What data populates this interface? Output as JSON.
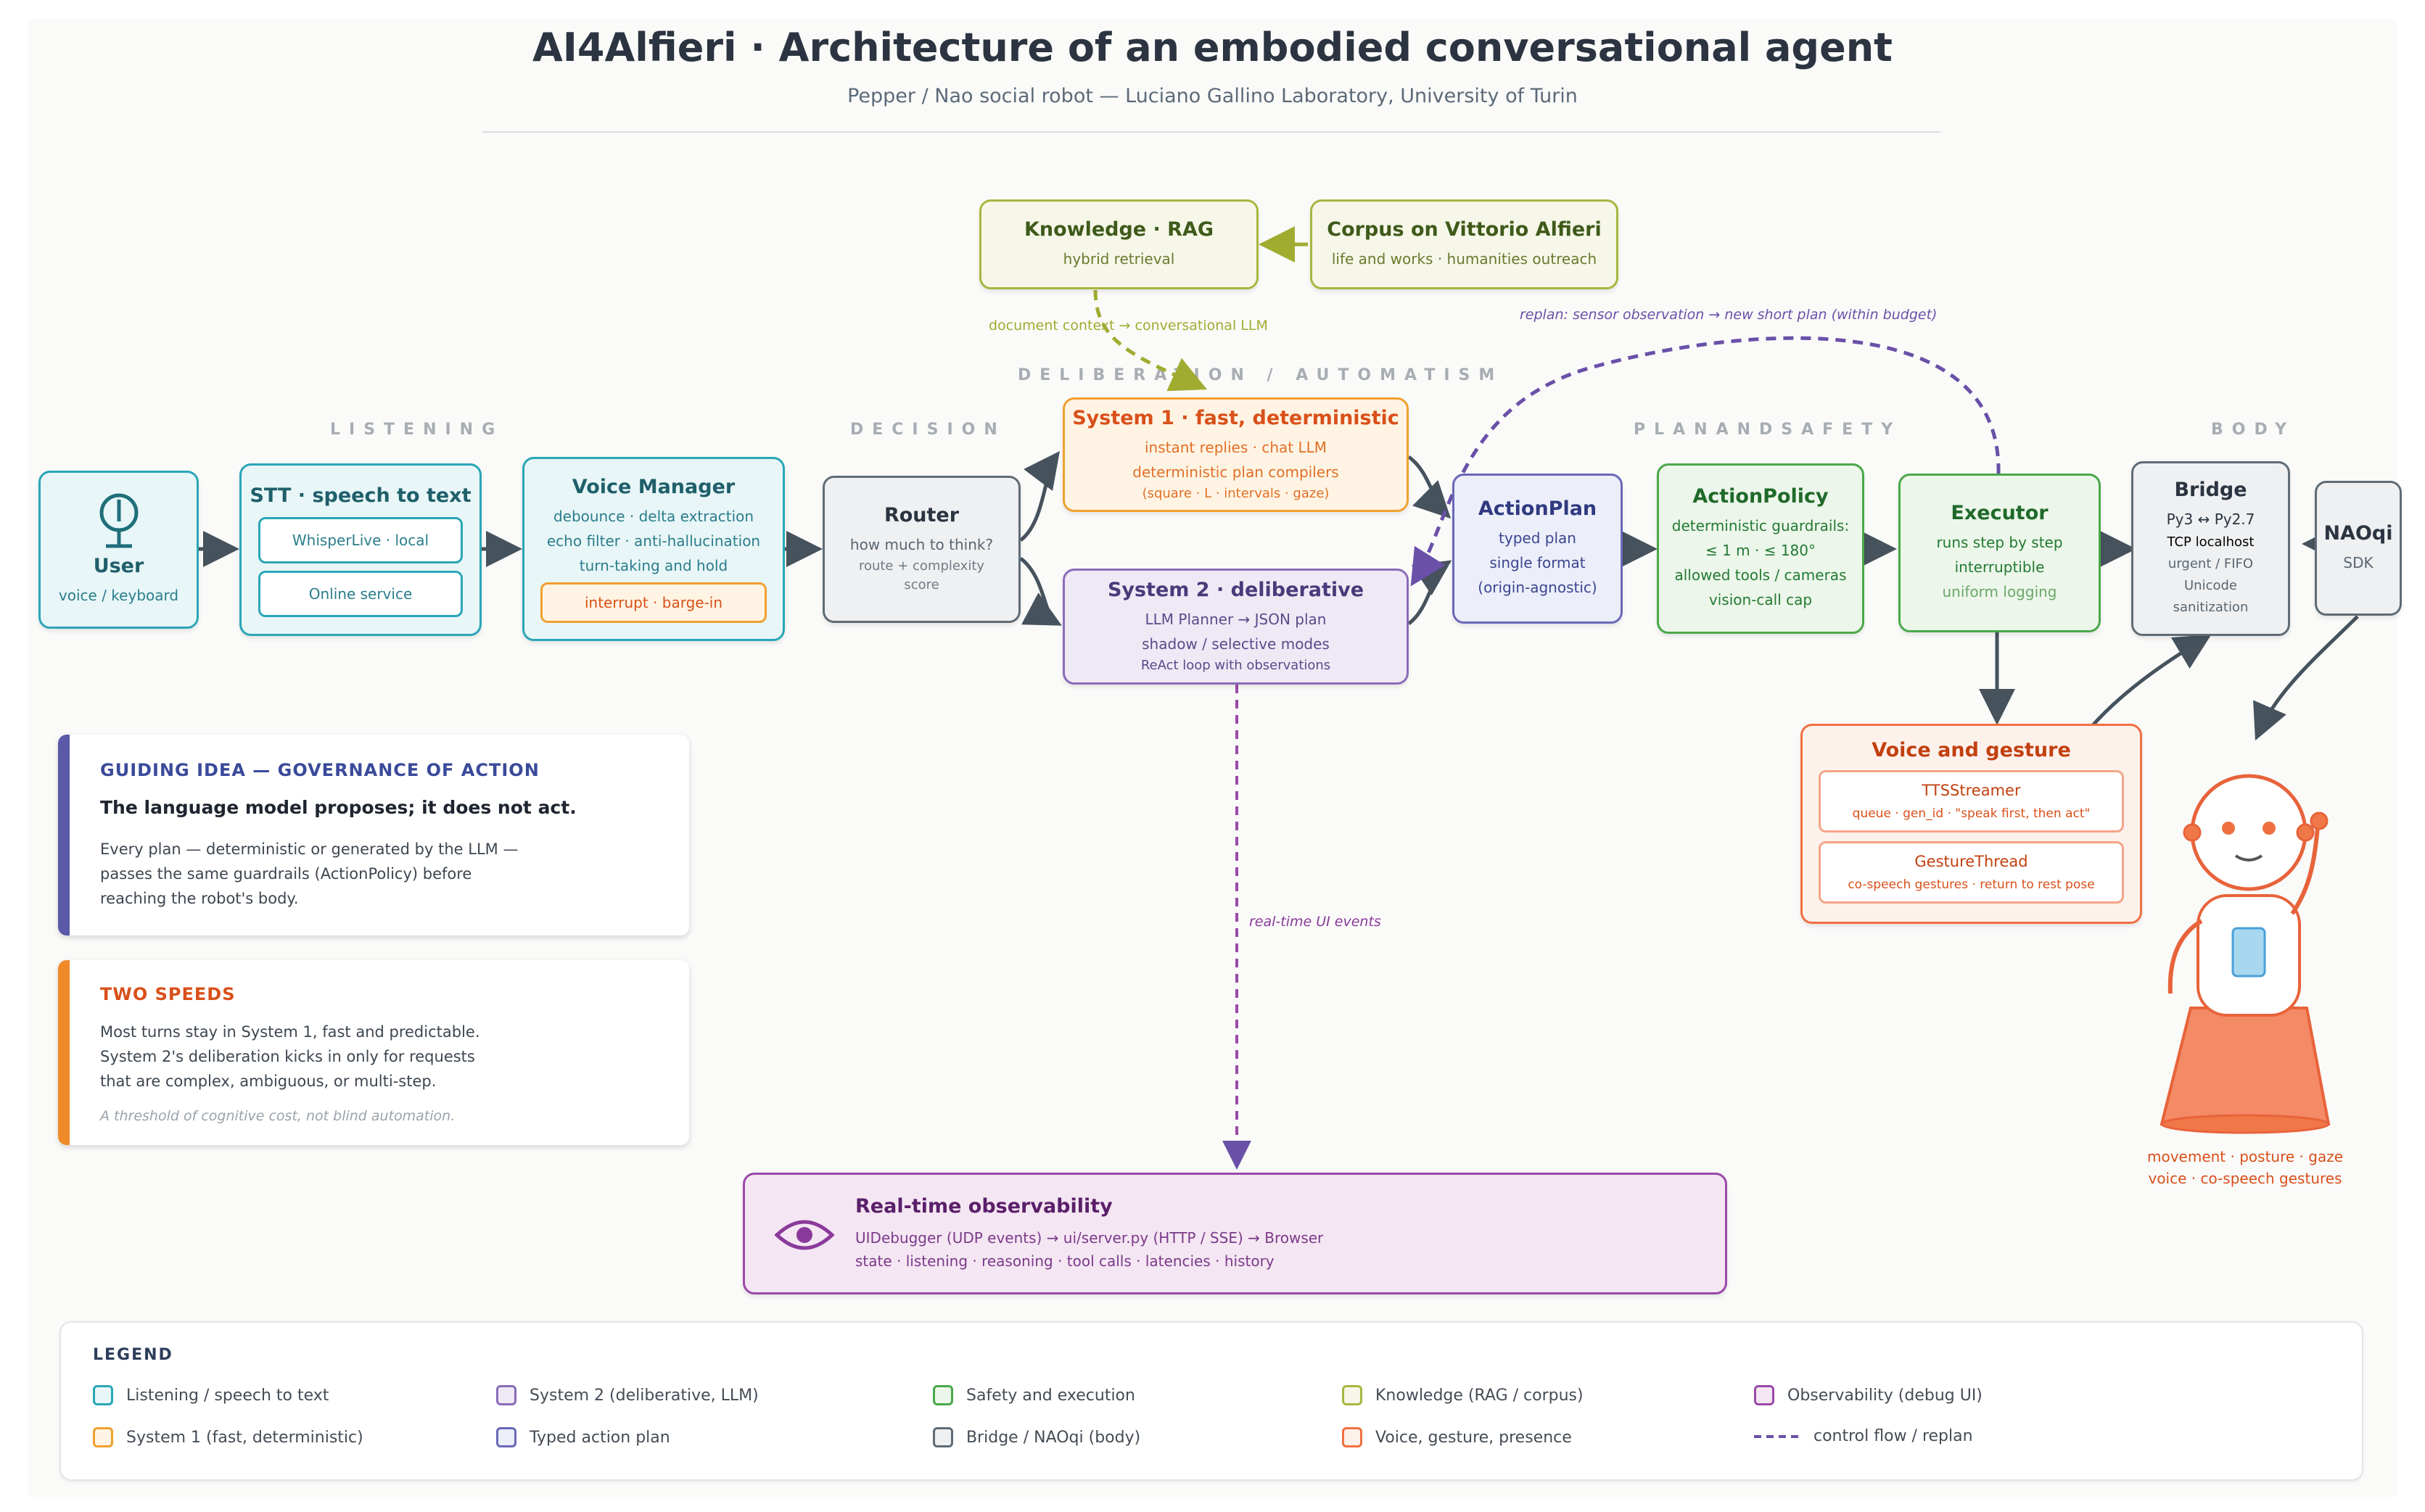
{
  "header": {
    "title": "AI4Alfieri · Architecture of an embodied conversational agent",
    "subtitle": "Pepper / Nao social robot — Luciano Gallino Laboratory, University of Turin"
  },
  "sections": {
    "listening": "LISTENING",
    "decision": "DECISION",
    "deliberation": "DELIBERATION / AUTOMATISM",
    "plan_safety": "PLANANDSAFETY",
    "body": "BODY"
  },
  "nodes": {
    "user": {
      "title": "User",
      "sub": "voice / keyboard"
    },
    "stt": {
      "title": "STT · speech to text",
      "opt1": "WhisperLive · local",
      "opt2": "Online service"
    },
    "voice_manager": {
      "title": "Voice Manager",
      "l1": "debounce · delta extraction",
      "l2": "echo filter · anti-hallucination",
      "l3": "turn-taking and hold",
      "chip": "interrupt · barge-in"
    },
    "router": {
      "title": "Router",
      "l1": "how much to think?",
      "l2": "route + complexity",
      "l3": "score"
    },
    "system1": {
      "title": "System 1 · fast, deterministic",
      "l1": "instant replies · chat LLM",
      "l2": "deterministic plan compilers",
      "l3": "(square · L · intervals · gaze)"
    },
    "system2": {
      "title": "System 2 · deliberative",
      "l1": "LLM Planner → JSON plan",
      "l2": "shadow / selective modes",
      "l3": "ReAct loop with observations"
    },
    "knowledge": {
      "title": "Knowledge · RAG",
      "sub": "hybrid retrieval"
    },
    "corpus": {
      "title": "Corpus on Vittorio Alfieri",
      "sub": "life and works · humanities outreach"
    },
    "actionplan": {
      "title": "ActionPlan",
      "l1": "typed plan",
      "l2": "single format",
      "l3": "(origin-agnostic)"
    },
    "actionpolicy": {
      "title": "ActionPolicy",
      "l1": "deterministic guardrails:",
      "l2": "≤ 1 m · ≤ 180°",
      "l3": "allowed tools / cameras",
      "l4": "vision-call cap"
    },
    "executor": {
      "title": "Executor",
      "l1": "runs step by step",
      "l2": "interruptible",
      "l3": "uniform logging"
    },
    "bridge": {
      "title": "Bridge",
      "l0": "Py3 ↔ Py2.7",
      "l1": "TCP localhost",
      "l2": "urgent / FIFO",
      "l3": "Unicode",
      "l4": "sanitization"
    },
    "naoqi": {
      "title": "NAOqi",
      "sub": "SDK"
    },
    "voice_gesture": {
      "title": "Voice and gesture",
      "tts_title": "TTSStreamer",
      "tts_sub": "queue · gen_id · \"speak first, then act\"",
      "gesture_title": "GestureThread",
      "gesture_sub": "co-speech gestures · return to rest pose"
    },
    "observability": {
      "title": "Real-time observability",
      "l1": "UIDebugger (UDP events) → ui/server.py (HTTP / SSE) → Browser",
      "l2": "state · listening · reasoning · tool calls · latencies · history"
    },
    "robot": {
      "caption1": "movement · posture · gaze",
      "caption2": "voice · co-speech gestures"
    }
  },
  "annotations": {
    "doc_context": "document context → conversational LLM",
    "replan": "replan: sensor observation → new short plan (within budget)",
    "ui_events": "real-time UI events"
  },
  "cards": {
    "guiding": {
      "title": "GUIDING IDEA — GOVERNANCE OF ACTION",
      "lead": "The language model proposes; it does not act.",
      "l1": "Every plan — deterministic or generated by the LLM —",
      "l2": "passes the same guardrails (ActionPolicy) before",
      "l3": "reaching the robot's body."
    },
    "speeds": {
      "title": "TWO SPEEDS",
      "l1": "Most turns stay in System 1, fast and predictable.",
      "l2": "System 2's deliberation kicks in only for requests",
      "l3": "that are complex, ambiguous, or multi-step.",
      "note": "A threshold of cognitive cost, not blind automation."
    }
  },
  "legend": {
    "title": "LEGEND",
    "items": [
      {
        "label": "Listening / speech to text",
        "color": "#2aa6b6",
        "fill": "#e8f6f8"
      },
      {
        "label": "System 1 (fast, deterministic)",
        "color": "#f0a030",
        "fill": "#fff4e3"
      },
      {
        "label": "System 2 (deliberative, LLM)",
        "color": "#8a6cb8",
        "fill": "#efe9f6"
      },
      {
        "label": "Typed action plan",
        "color": "#6a68b8",
        "fill": "#eceef9"
      },
      {
        "label": "Safety and execution",
        "color": "#4aa84a",
        "fill": "#ecf6ea"
      },
      {
        "label": "Bridge / NAOqi (body)",
        "color": "#5f6c76",
        "fill": "#eef0f2"
      },
      {
        "label": "Knowledge (RAG / corpus)",
        "color": "#a8b640",
        "fill": "#f6f7e8"
      },
      {
        "label": "Voice, gesture, presence",
        "color": "#f07040",
        "fill": "#fdf1ec"
      },
      {
        "label": "Observability (debug UI)",
        "color": "#9a4aa8",
        "fill": "#f5e6f3"
      },
      {
        "label": "control flow / replan",
        "color": "#6a50a8"
      }
    ]
  }
}
